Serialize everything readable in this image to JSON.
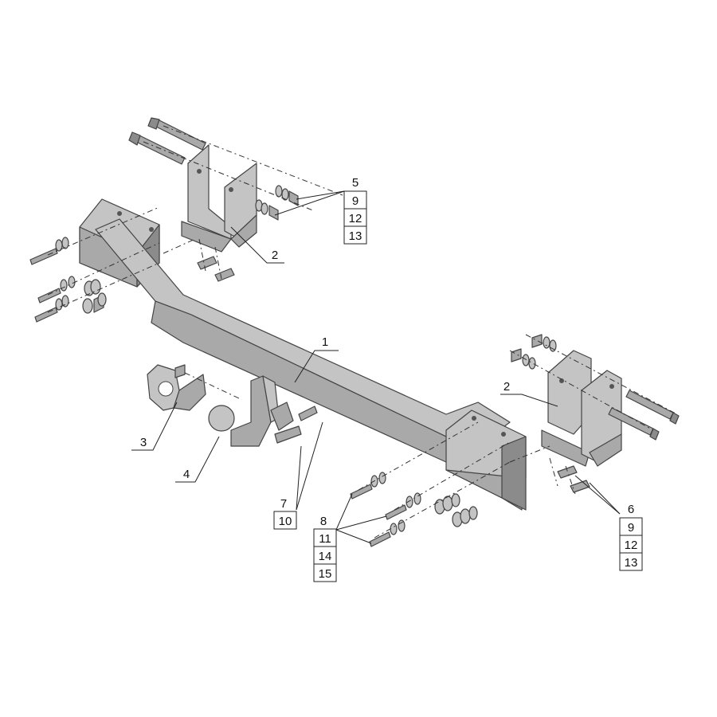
{
  "diagram": {
    "callouts": {
      "c1": "1",
      "c2_top": "2",
      "c2_right": "2",
      "c3": "3",
      "c4": "4",
      "group_top": [
        "5",
        "9",
        "12",
        "13"
      ],
      "group_right": [
        "6",
        "9",
        "12",
        "13"
      ],
      "group_mid": [
        "7",
        "10"
      ],
      "group_bottom": [
        "8",
        "11",
        "14",
        "15"
      ]
    }
  }
}
